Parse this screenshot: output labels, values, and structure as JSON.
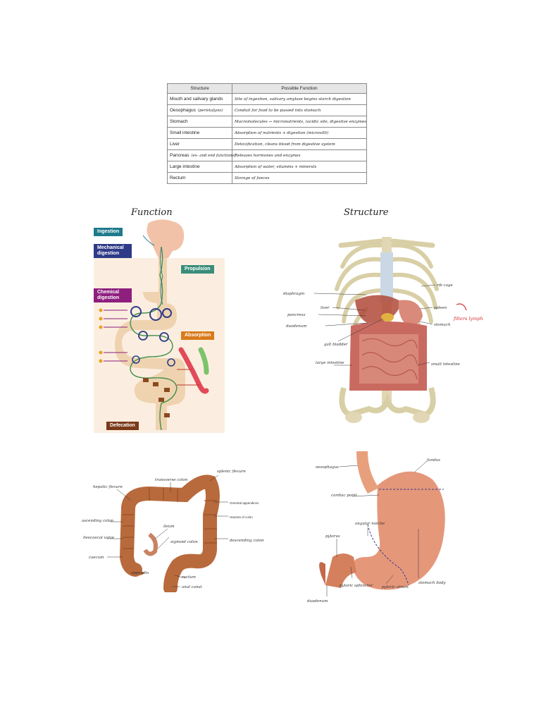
{
  "table": {
    "headers": [
      "Structure",
      "Possible Function"
    ],
    "rows": [
      {
        "structure": "Mouth and salivary glands",
        "note": "",
        "function": "Site of ingestion, salivary amylase begins starch digestion"
      },
      {
        "structure": "Oesophagus",
        "note": "(peristalysis)",
        "function": "Conduit for food to be passed into stomach"
      },
      {
        "structure": "Stomach",
        "note": "",
        "function": "Macromolecules → micronutrients, (acidic site, digestive enzymes)"
      },
      {
        "structure": "Small intestine",
        "note": "",
        "function": "Absorption of nutrients + digestion (microvilli)"
      },
      {
        "structure": "Liver",
        "note": "",
        "function": "Detoxification, cleans blood from digestive system"
      },
      {
        "structure": "Pancreas",
        "note": "(ex- and end functions)",
        "function": "Releases hormones and enzymes"
      },
      {
        "structure": "Large intestine",
        "note": "",
        "function": "Absorption of water, vitamins + minerals"
      },
      {
        "structure": "Rectum",
        "note": "",
        "function": "Storage of faeces"
      }
    ]
  },
  "headings": {
    "function": "Function",
    "structure": "Structure"
  },
  "function_diagram": {
    "ingestion": "Ingestion",
    "mechanical": "Mechanical digestion",
    "propulsion": "Propulsion",
    "chemical": "Chemical digestion",
    "absorption": "Absorption",
    "defecation": "Defecation",
    "colors": {
      "ingestion": "#1f7a8c",
      "mechanical": "#2e3a87",
      "propulsion": "#3a8d7a",
      "chemical": "#8e1f7e",
      "absorption": "#d97a1a",
      "defecation": "#7a3a1a"
    }
  },
  "torso_labels": {
    "rib_cage": "rib cage",
    "diaphragm": "diaphragm",
    "liver": "liver",
    "spleen": "spleen",
    "filters": "filters lymph",
    "pancreas": "pancreas",
    "duodenum": "duodenum",
    "stomach": "stomach",
    "gall_bladder": "gall bladder",
    "large_intestine": "large intestine",
    "small_intestine": "small intestine"
  },
  "colon_labels": {
    "transverse": "transverse colon",
    "splenic": "splenic flexure",
    "hepatic": "hepatic flexure",
    "omental": "Omental appendices",
    "haustra": "Haustra of colon",
    "ascending": "ascending colon",
    "ileum": "ileum",
    "ileocaecal": "ileocaecal valve",
    "sigmoid": "sigmoid colon",
    "descending": "descending colon",
    "caecum": "caecum",
    "appendix": "appendix",
    "rectum": "rectum",
    "anal": "anal canal"
  },
  "stomach_labels": {
    "oesophagus": "oesophagus",
    "fundus": "fundus",
    "cardiac": "cardiac point",
    "angular": "angular notche",
    "pylorus": "pylorus",
    "body": "stomach body",
    "pyloric_sphincter": "pyloric sphincter",
    "pyloric_atrum": "pyloric atrum",
    "duodenum": "duodenum"
  }
}
